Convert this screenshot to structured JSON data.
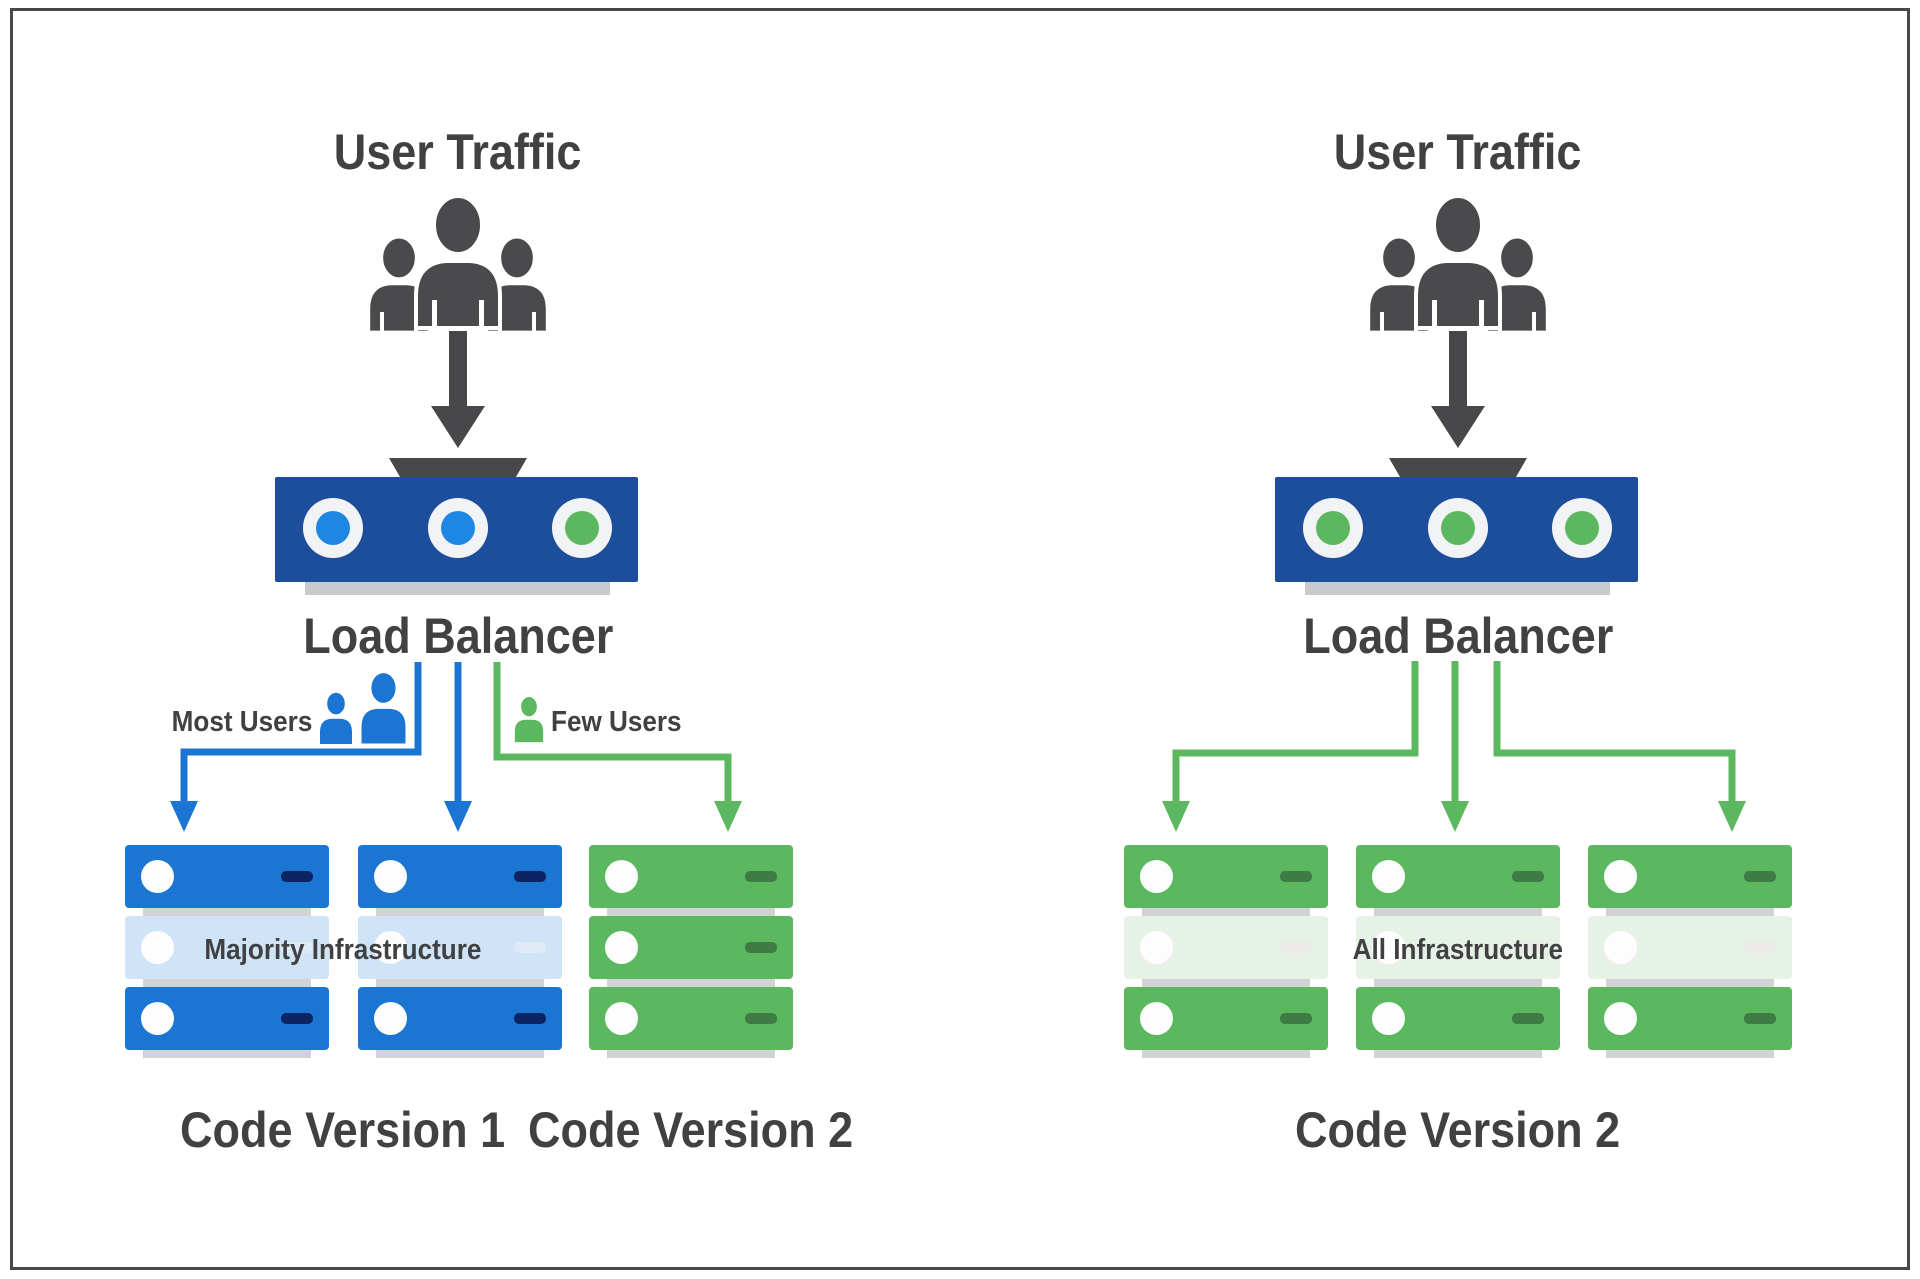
{
  "colors": {
    "navy": "#1d4e9c",
    "blue": "#1b76d3",
    "dot_blue": "#1e86e3",
    "green": "#5cb85e",
    "dash_navy": "#0c2562",
    "dash_green": "#3e7b45",
    "faded_blue": "#cfe4f7",
    "faded_green": "#e5f2e5",
    "faded_dash_blue": "#dfeaf6",
    "faded_dash_green": "#ece9eb",
    "icon_gray": "#4a4a4c",
    "arrow_gray": "#48484a",
    "text_gray": "#414042",
    "row_shadow": "#d2d3d4",
    "lb_shadow": "#c9cacb",
    "dot_ring": "#f2f3f4"
  },
  "panels": [
    {
      "user_traffic_label": "User Traffic",
      "load_balancer_label": "Load Balancer",
      "lb_dots": [
        "blue",
        "blue",
        "green"
      ],
      "route_labels": [
        {
          "label": "Most Users",
          "icon": "users-pair-icon",
          "color": "blue"
        },
        {
          "label": "Few Users",
          "icon": "user-single-icon",
          "color": "green"
        }
      ],
      "infrastructure_label": "Majority Infrastructure",
      "server_stacks": [
        {
          "rows": [
            "blue",
            "faded_blue",
            "blue"
          ]
        },
        {
          "rows": [
            "blue",
            "faded_blue",
            "blue"
          ]
        },
        {
          "rows": [
            "green",
            "green",
            "green"
          ]
        }
      ],
      "code_version_labels": [
        "Code Version 1",
        "Code Version 2"
      ]
    },
    {
      "user_traffic_label": "User Traffic",
      "load_balancer_label": "Load Balancer",
      "lb_dots": [
        "green",
        "green",
        "green"
      ],
      "route_labels": [],
      "infrastructure_label": "All Infrastructure",
      "server_stacks": [
        {
          "rows": [
            "green",
            "faded_green",
            "green"
          ]
        },
        {
          "rows": [
            "green",
            "faded_green",
            "green"
          ]
        },
        {
          "rows": [
            "green",
            "faded_green",
            "green"
          ]
        }
      ],
      "code_version_labels": [
        "Code Version 2"
      ]
    }
  ]
}
